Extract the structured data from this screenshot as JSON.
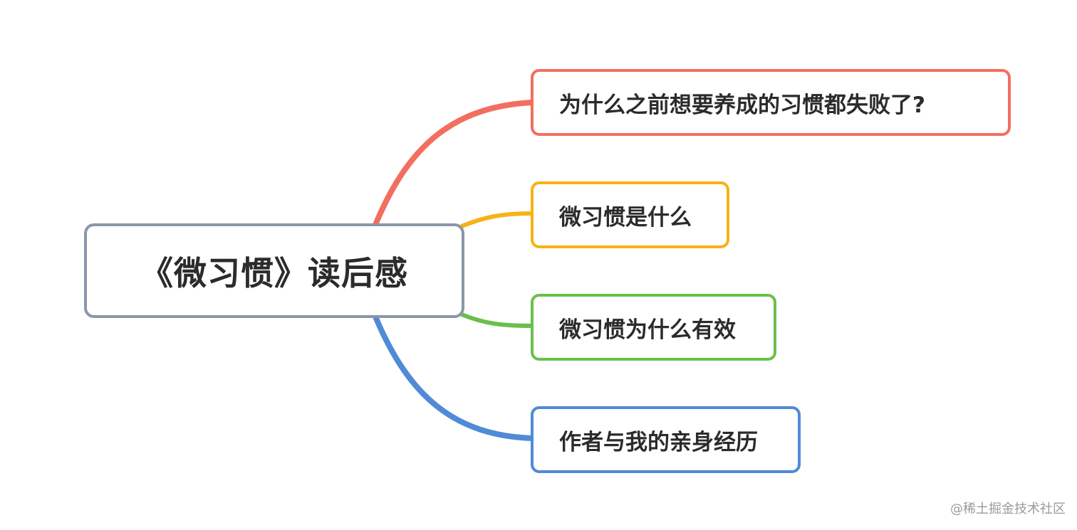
{
  "root": {
    "label": "《微习惯》读后感",
    "border_color": "#8a97a8"
  },
  "branches": [
    {
      "label": "为什么之前想要养成的习惯都失败了?",
      "color": "#f26f60"
    },
    {
      "label": "微习惯是什么",
      "color": "#f5b316"
    },
    {
      "label": "微习惯为什么有效",
      "color": "#6abf4e"
    },
    {
      "label": "作者与我的亲身经历",
      "color": "#4f8bd6"
    }
  ],
  "watermark": "@稀土掘金技术社区"
}
